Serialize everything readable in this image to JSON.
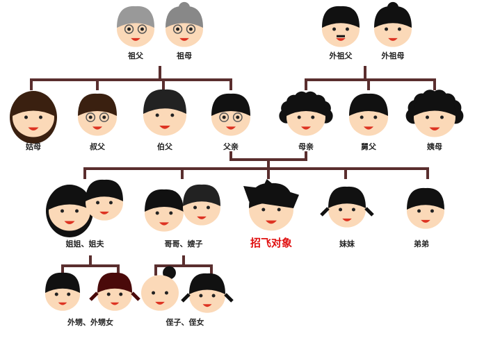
{
  "colors": {
    "line": "#5a2e2e",
    "skin": "#fbd9b8",
    "hair": "#111111",
    "highlight": "#e01010"
  },
  "people": {
    "grandfather": "祖父",
    "grandmother": "祖母",
    "maternal_grandfather": "外祖父",
    "maternal_grandmother": "外祖母",
    "aunt_paternal": "姑母",
    "uncle_younger": "叔父",
    "uncle_elder": "伯父",
    "father": "父亲",
    "mother": "母亲",
    "uncle_maternal": "舅父",
    "aunt_maternal": "姨母",
    "elder_sister_and_husband": "姐姐、姐夫",
    "elder_brother_and_wife": "哥哥、嫂子",
    "applicant": "招飞对象",
    "younger_sister": "妹妹",
    "younger_brother": "弟弟",
    "sisters_children": "外甥、外甥女",
    "brothers_children": "侄子、侄女"
  }
}
